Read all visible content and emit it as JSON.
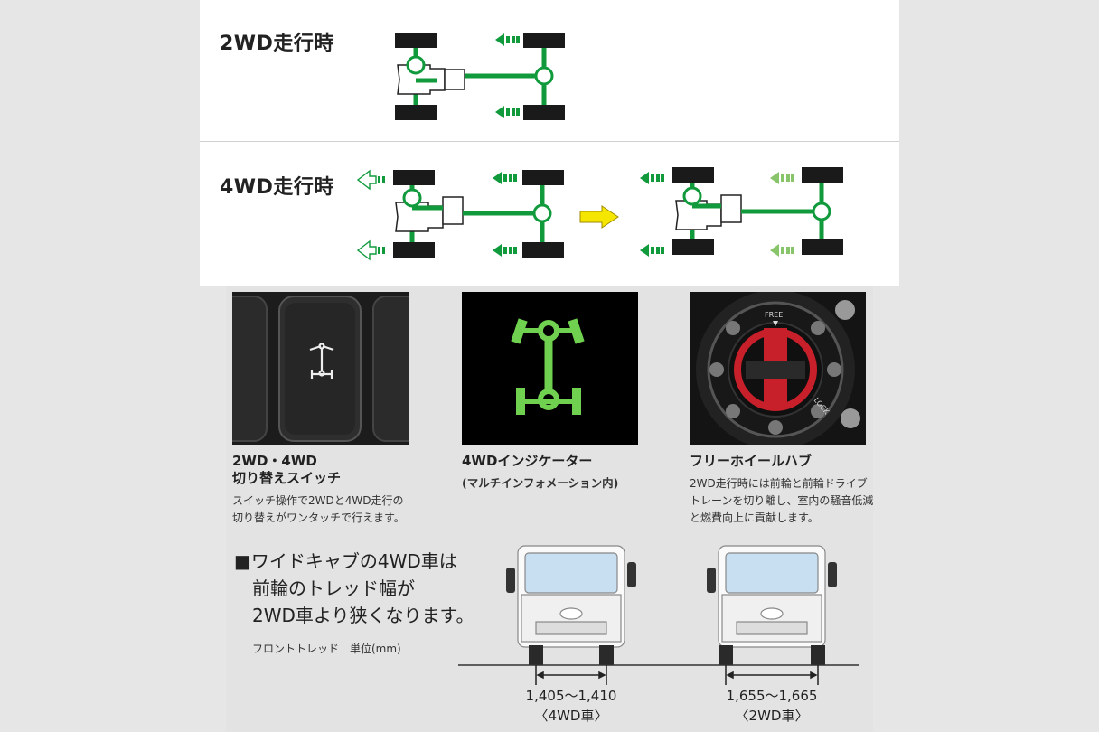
{
  "modes": {
    "two_wd": {
      "title": "2WD走行時"
    },
    "four_wd": {
      "title": "4WD走行時"
    }
  },
  "features": [
    {
      "title_line1": "2WD・4WD",
      "title_line2": "切り替えスイッチ",
      "body_line1": "スイッチ操作で2WDと4WD走行の",
      "body_line2": "切り替えがワンタッチで行えます。"
    },
    {
      "title_line1": "4WDインジケーター",
      "subtitle": "(マルチインフォメーション内)"
    },
    {
      "title_line1": "フリーホイールハブ",
      "body_line1": "2WD走行時には前輪と前輪ドライブ",
      "body_line2": "トレーンを切り離し、室内の騒音低減",
      "body_line3": "と燃費向上に貢献します。"
    }
  ],
  "hub": {
    "free_label": "FREE",
    "lock_label": "LOCK"
  },
  "note": {
    "line1": "■ワイドキャブの4WD車は",
    "line2": "前輪のトレッド幅が",
    "line3": "2WD車より狭くなります。",
    "unit_label": "フロントトレッド　単位(mm)"
  },
  "trucks": [
    {
      "range": "1,405～1,410",
      "type": "〈4WD車〉"
    },
    {
      "range": "1,655～1,665",
      "type": "〈2WD車〉"
    }
  ],
  "colors": {
    "drive_green": "#109a3c",
    "light_green": "#88c46a",
    "arrow_yellow": "#f5e600",
    "indicator_green": "#6fd14f"
  }
}
